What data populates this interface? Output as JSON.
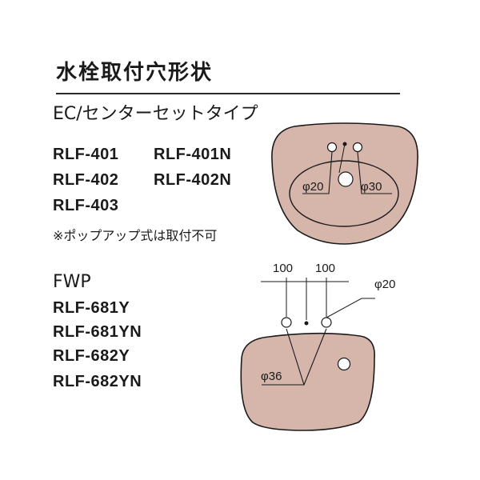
{
  "title": "水栓取付穴形状",
  "section_ec": {
    "heading": "EC/センターセットタイプ",
    "models": [
      "RLF-401",
      "RLF-401N",
      "RLF-402",
      "RLF-402N",
      "RLF-403"
    ],
    "note": "※ポップアップ式は取付不可",
    "dims": {
      "left": "φ20",
      "right": "φ30"
    }
  },
  "section_fwp": {
    "heading": "FWP",
    "models": [
      "RLF-681Y",
      "RLF-681YN",
      "RLF-682Y",
      "RLF-682YN"
    ],
    "dims": {
      "spacing_left": "100",
      "spacing_right": "100",
      "hole": "φ20",
      "basin": "φ36"
    }
  },
  "colors": {
    "basin_fill": "#d6b5aa",
    "line": "#1a1a1a"
  }
}
